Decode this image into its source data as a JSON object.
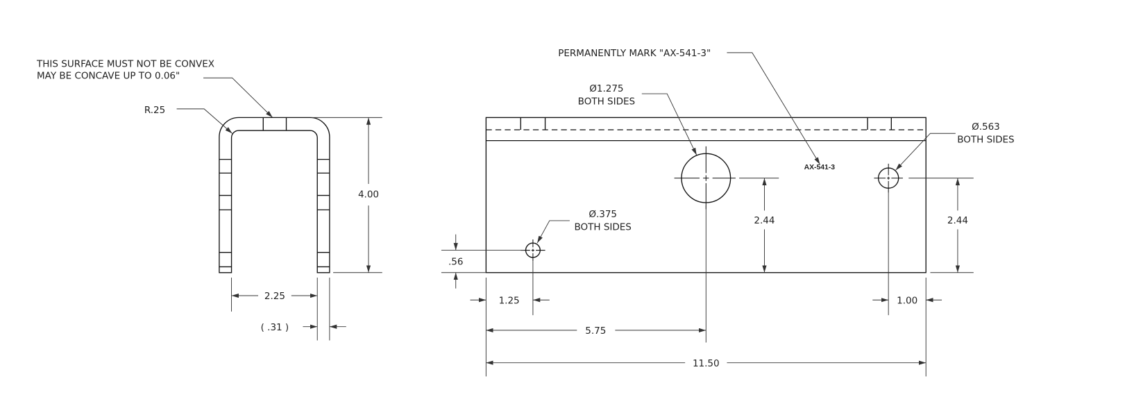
{
  "notes": {
    "surface_line1": "THIS SURFACE MUST NOT BE CONVEX",
    "surface_line2": "MAY BE CONCAVE UP TO 0.06\"",
    "radius": "R.25",
    "mark_note": "PERMANENTLY MARK \"AX-541-3\"",
    "mark_text": "AX-541-3"
  },
  "holes": [
    {
      "dia": "Ø1.275",
      "note": "BOTH SIDES"
    },
    {
      "dia": "Ø.563",
      "note": "BOTH SIDES"
    },
    {
      "dia": "Ø.375",
      "note": "BOTH SIDES"
    }
  ],
  "dimensions": {
    "height": "4.00",
    "inner_width": "2.25",
    "thickness": "( .31 )",
    "hole_small_y": ".56",
    "hole_small_x": "1.25",
    "hole_big_x": "5.75",
    "length": "11.50",
    "hole_big_y": "2.44",
    "hole_right_y": "2.44",
    "hole_right_x": "1.00"
  }
}
